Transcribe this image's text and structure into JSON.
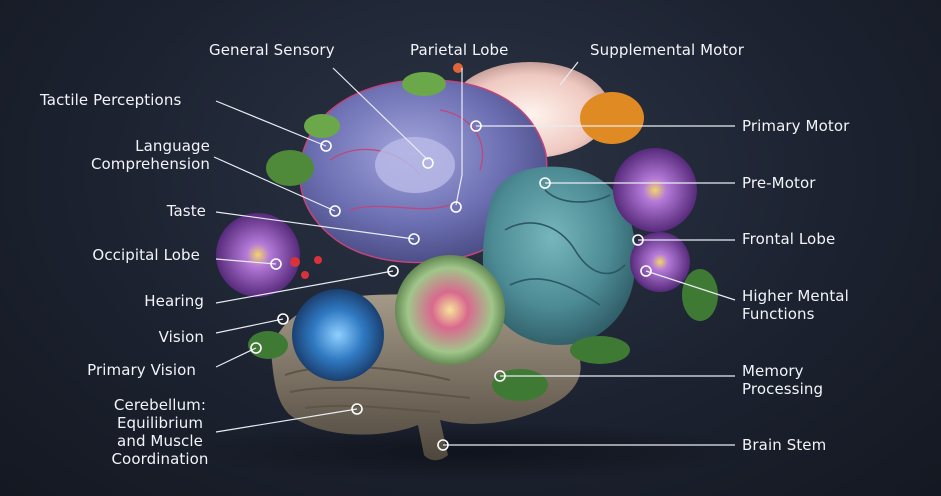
{
  "labels": {
    "general_sensory": "General Sensory",
    "parietal_lobe": "Parietal Lobe",
    "supplemental_motor": "Supplemental Motor",
    "tactile_perceptions": "Tactile Perceptions",
    "primary_motor": "Primary Motor",
    "language_comprehension": [
      "Language",
      "Comprehension"
    ],
    "pre_motor": "Pre-Motor",
    "taste": "Taste",
    "frontal_lobe": "Frontal Lobe",
    "occipital_lobe": "Occipital Lobe",
    "higher_mental_functions": [
      "Higher Mental",
      "Functions"
    ],
    "hearing": "Hearing",
    "vision": "Vision",
    "primary_vision": "Primary Vision",
    "memory_processing": [
      "Memory",
      "Processing"
    ],
    "cerebellum": [
      "Cerebellum:",
      "Equilibrium",
      "and Muscle",
      "Coordination"
    ],
    "brain_stem": "Brain Stem"
  },
  "colors": {
    "background": "#1c2230",
    "label_text": "#f2f4f8",
    "parietal_purple": "#6d6fb0",
    "frontal_teal": "#4f8f98",
    "cerebellum_tan": "#8a7e6e",
    "flower_purple": "#7b3fa0",
    "flower_blue": "#2b6fb0",
    "flower_pink": "#c9577b",
    "leaf_green": "#4f8a3a"
  }
}
